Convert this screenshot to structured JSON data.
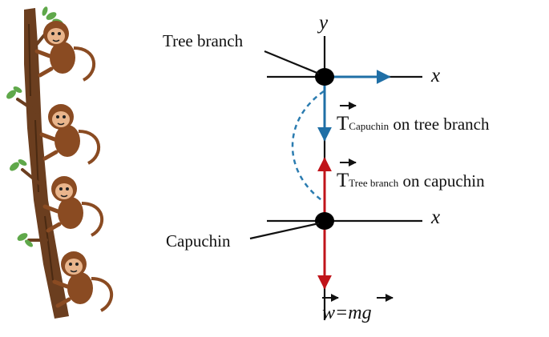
{
  "labels": {
    "y_axis": "y",
    "x_axis_top": "x",
    "x_axis_bottom": "x",
    "tree_branch": "Tree branch",
    "capuchin": "Capuchin"
  },
  "forces": {
    "t1_symbol": "T",
    "t1_subscript": "Capuchin",
    "t1_rest": " on tree branch",
    "t2_symbol": "T",
    "t2_subscript": "Tree branch",
    "t2_rest": " on capuchin",
    "weight_w": "w",
    "weight_eq": "=",
    "weight_m": "m",
    "weight_g": "g"
  },
  "colors": {
    "blue_vector": "#1f6fa6",
    "red_vector": "#c0141a",
    "dashed_curve": "#2b7cb0",
    "bark": "#6b3e1f",
    "monkey_fur": "#8a4b22",
    "monkey_face": "#e9b58c",
    "leaf": "#5fa84a"
  },
  "illustration": {
    "tree_icon": "tree-trunk-icon",
    "monkey_icon": "capuchin-monkey-icon",
    "leaf_icon": "leaf-icon",
    "monkey_count": 4
  }
}
